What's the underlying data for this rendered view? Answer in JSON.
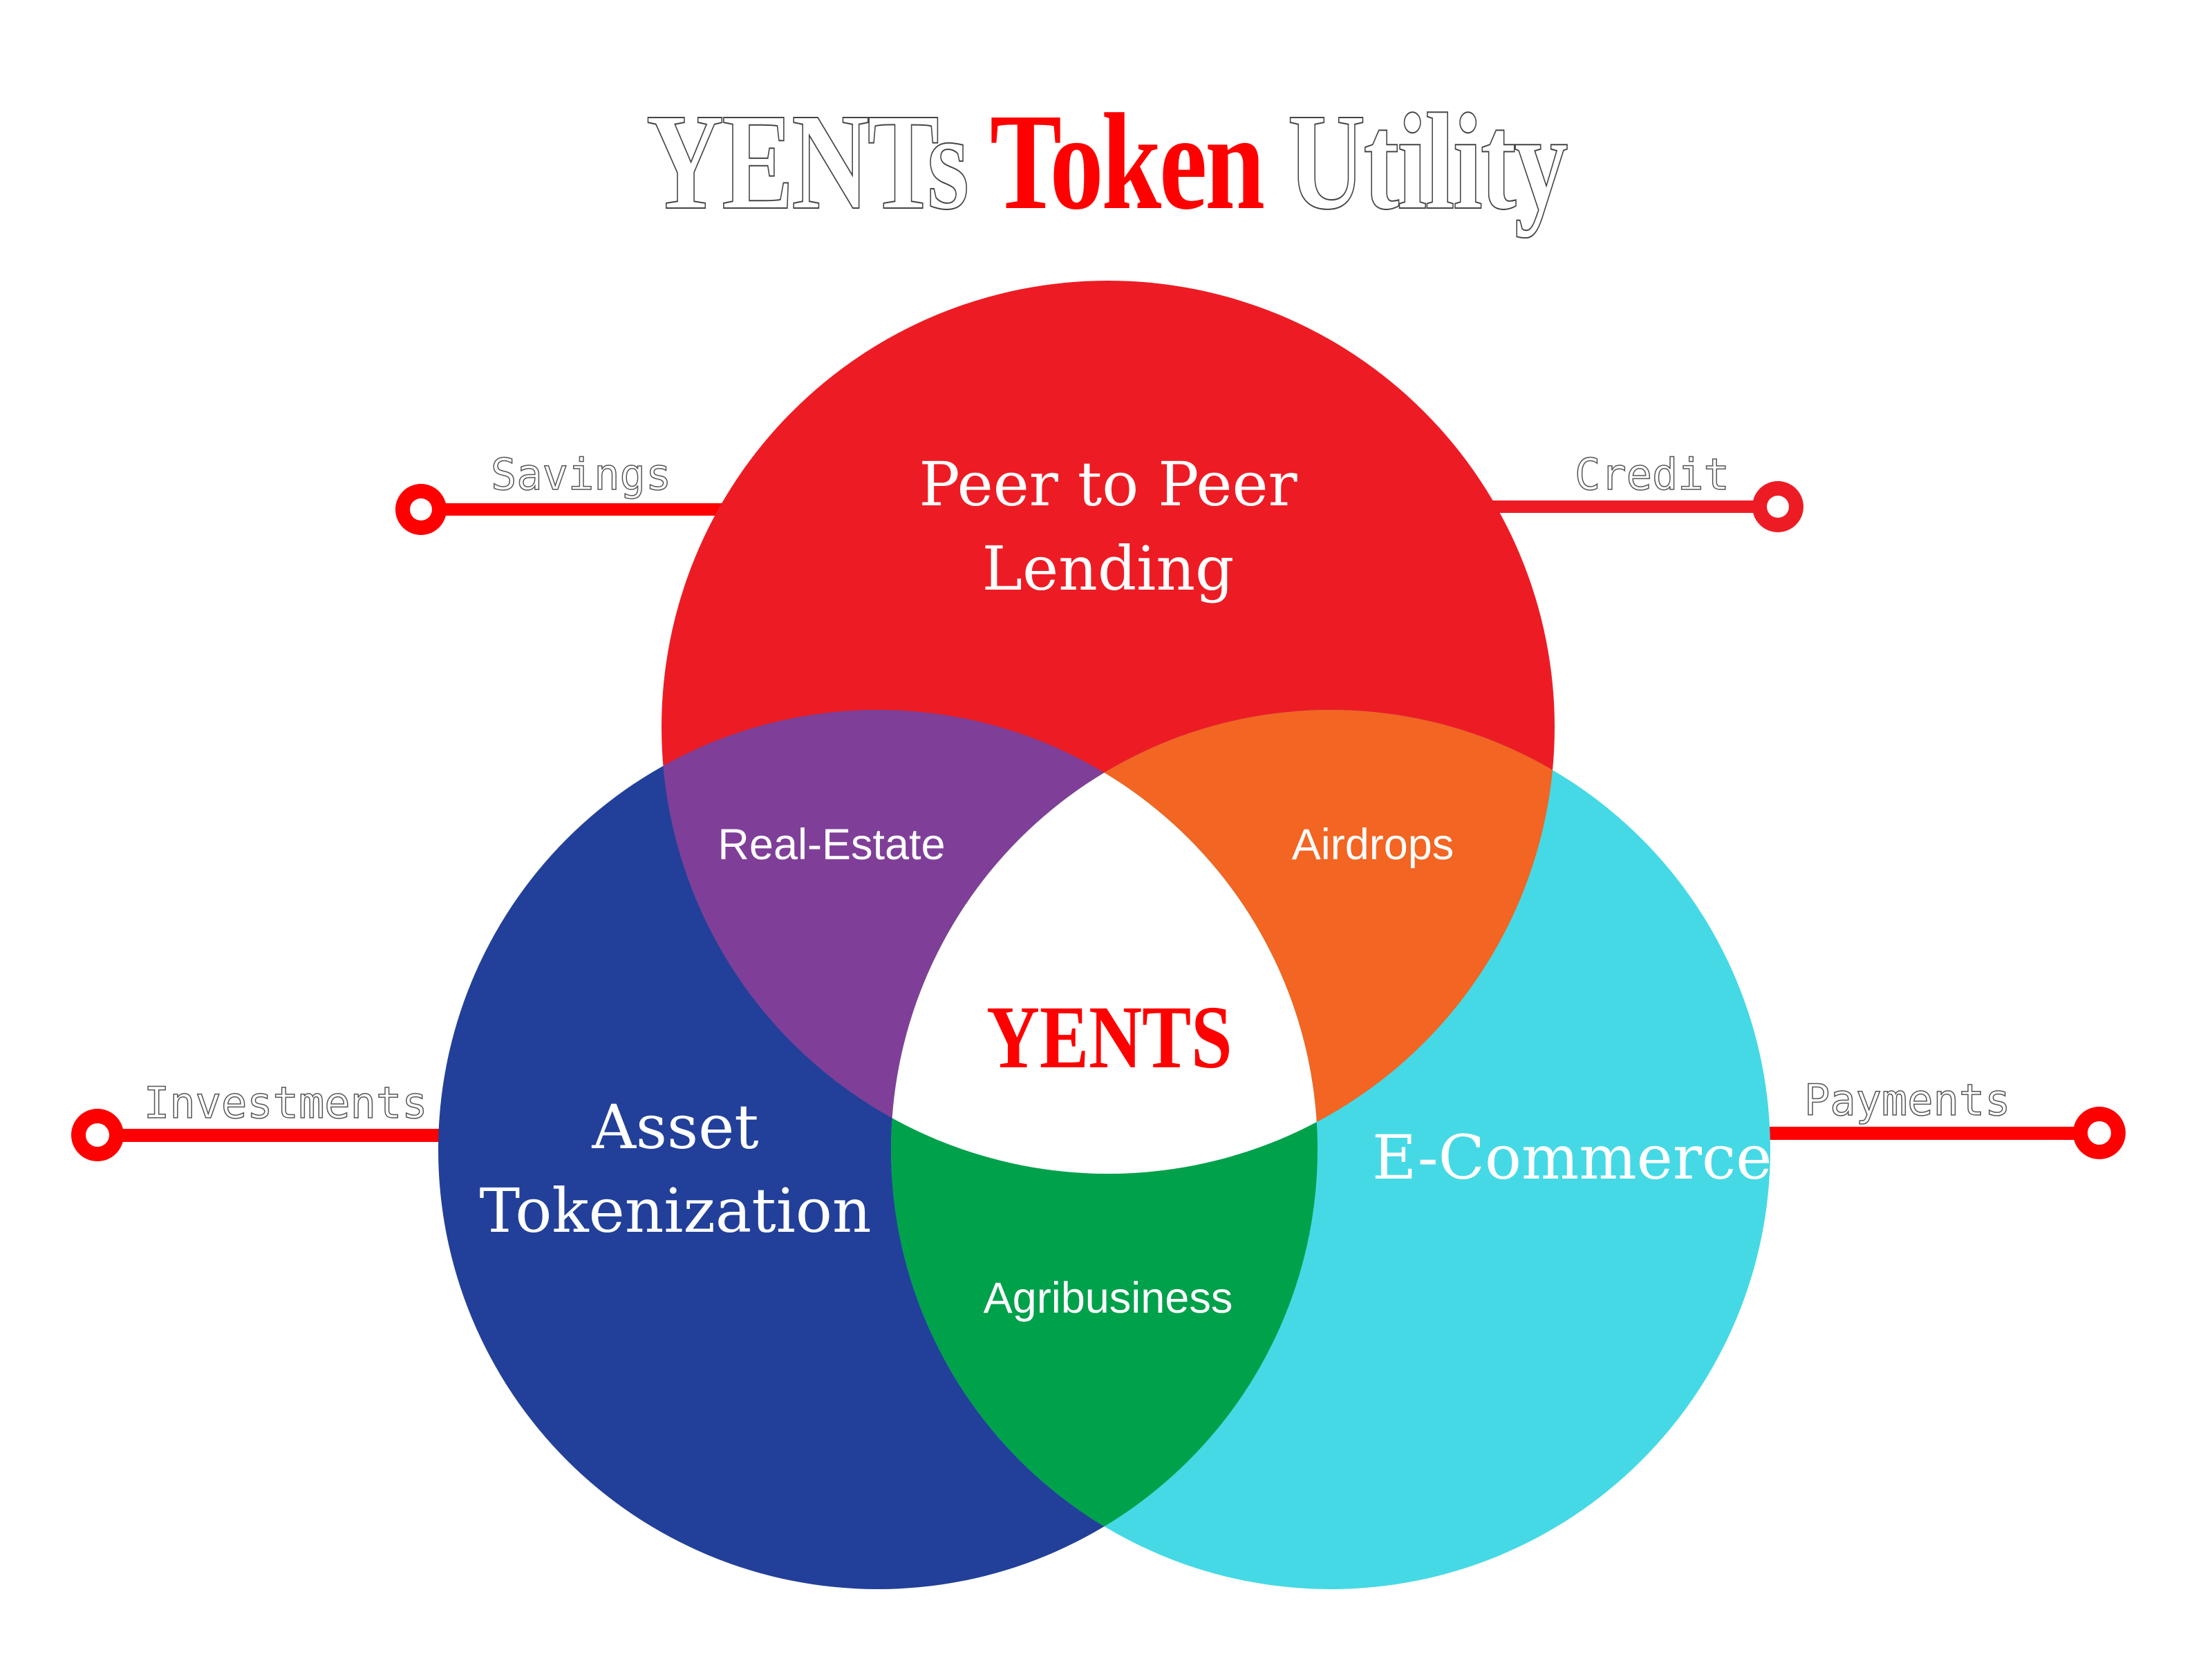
{
  "title": {
    "part1": "YENTs",
    "part2": "Token",
    "part3": "Utility",
    "accent_color": "#FF0000"
  },
  "circles": {
    "top": {
      "label_line1": "Peer to Peer",
      "label_line2": "Lending",
      "color": "#ED1C24"
    },
    "left": {
      "label_line1": "Asset",
      "label_line2": "Tokenization",
      "color": "#224099"
    },
    "right": {
      "label": "E-Commerce",
      "color": "#45D9E5"
    }
  },
  "intersections": {
    "top_left": {
      "label": "Real-Estate",
      "color": "#7F3F98"
    },
    "top_right": {
      "label": "Airdrops",
      "color": "#F26522"
    },
    "bottom": {
      "label": "Agribusiness",
      "color": "#00A14B"
    },
    "center": {
      "label": "YENTS",
      "color": "#FFFFFF"
    }
  },
  "connectors": {
    "savings": {
      "label": "Savings"
    },
    "credit": {
      "label": "Credit"
    },
    "investments": {
      "label": "Investments"
    },
    "payments": {
      "label": "Payments"
    },
    "color": "#FF0000"
  }
}
